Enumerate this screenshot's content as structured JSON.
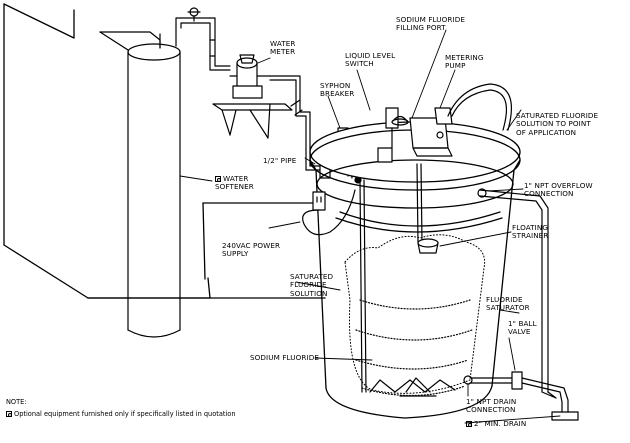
{
  "labels": {
    "sodium_fluoride_filling_port": "SODIUM FLUORIDE\nFILLING PORT",
    "water_meter": "WATER\nMETER",
    "liquid_level_switch": "LIQUID LEVEL\nSWITCH",
    "metering_pump": "METERING\nPUMP",
    "syphon_breaker": "SYPHON\nBREAKER",
    "saturated_fluoride_solution_to_point": "SATURATED FLUORIDE\nSOLUTION TO POINT\nOF APPLICATION",
    "half_inch_pipe": "1/2\" PIPE",
    "water_softener": "WATER\nSOFTENER",
    "overflow_connection": "1\" NPT OVERFLOW\nCONNECTION",
    "floating_strainer": "FLOATING\nSTRAINER",
    "power_supply": "240VAC POWER\nSUPPLY",
    "saturated_fluoride_solution": "SATURATED\nFLUORIDE\nSOLUTION",
    "fluoride_saturator": "FLUORIDE\nSATURATOR",
    "ball_valve": "1\" BALL\nVALVE",
    "sodium_fluoride": "SODIUM FLUORIDE",
    "drain_connection": "1\" NPT DRAIN\nCONNECTION",
    "min_drain": "2\" MIN. DRAIN"
  },
  "note": {
    "title": "NOTE:",
    "text": "Optional equipment furnished only if specifically listed in quotation"
  }
}
